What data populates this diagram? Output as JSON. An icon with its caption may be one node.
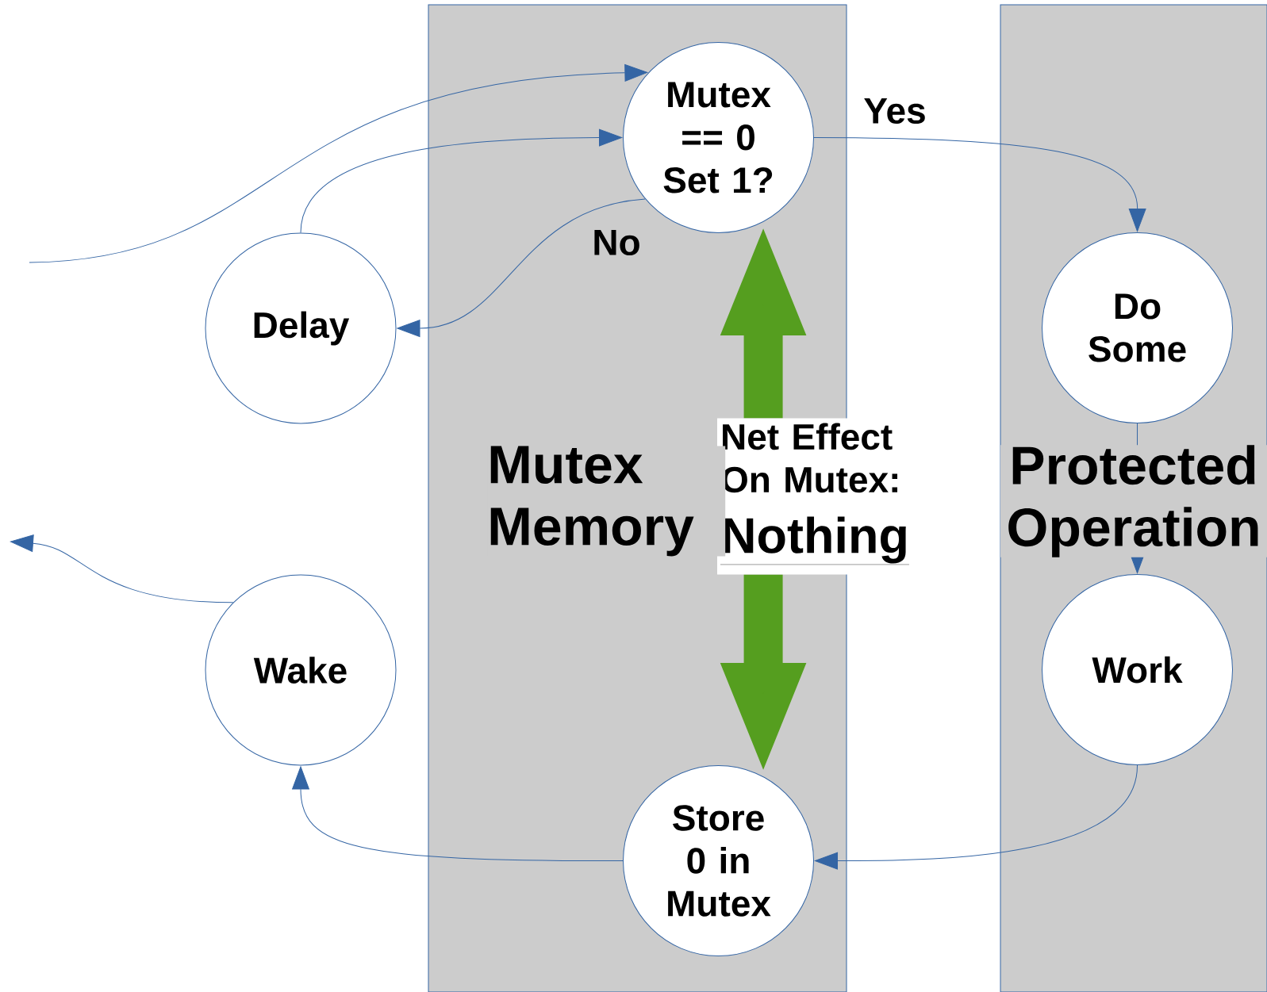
{
  "diagram": {
    "nodes": [
      {
        "text": [
          "Mutex Memory"
        ]
      },
      {
        "text": [
          "Mutex == 0 Set 1?"
        ],
        "in": 0
      },
      {
        "text": [
          "Protected Operation"
        ]
      },
      {
        "text": [
          "Do Some"
        ],
        "in": 2
      },
      {
        "text": [
          "Delay"
        ]
      },
      {
        "text": [
          "Net Effect On Mutex:",
          "Nothing"
        ]
      },
      {
        "text": [
          "Wake"
        ]
      },
      {
        "text": [
          "Work"
        ],
        "in": 2
      },
      {
        "text": [
          "Store 0 in Mutex"
        ],
        "in": 0
      }
    ],
    "edges": [
      {
        "from": null,
        "to": 1,
        "arrow": "to"
      },
      {
        "from": 4,
        "to": 1,
        "arrow": "to"
      },
      {
        "from": 1,
        "to": 4,
        "arrow": "to",
        "label": "No"
      },
      {
        "from": 1,
        "to": 3,
        "arrow": "to",
        "label": "Yes"
      },
      {
        "from": 3,
        "to": 7,
        "arrow": "to"
      },
      {
        "from": 7,
        "to": 8,
        "arrow": "to"
      },
      {
        "from": 8,
        "to": 6,
        "arrow": "to"
      },
      {
        "from": 6,
        "to": null,
        "arrow": "to"
      },
      {
        "from": 5,
        "to": 1,
        "arrow": "to",
        "style": "thick",
        "color": "#559e1f"
      },
      {
        "from": 5,
        "to": 8,
        "arrow": "to",
        "style": "thick",
        "color": "#559e1f"
      }
    ]
  }
}
